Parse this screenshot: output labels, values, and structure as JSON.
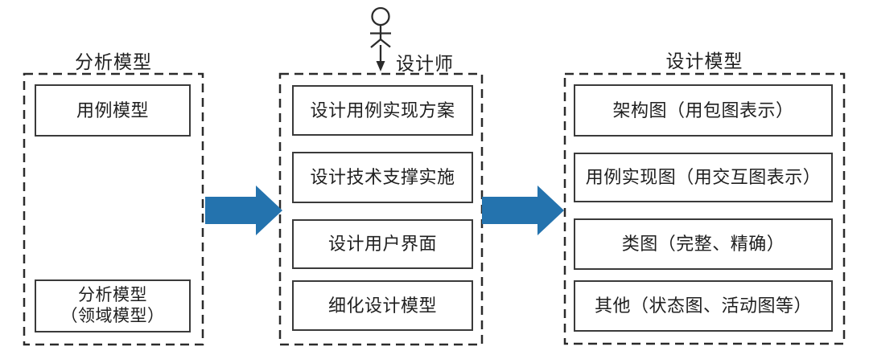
{
  "colors": {
    "arrow": "#2473AE",
    "line": "#2b2b2b",
    "box_border": "#3a3a3a",
    "text": "#1f1f1f",
    "background": "#ffffff"
  },
  "left_panel": {
    "title": "分析模型",
    "boxes": [
      {
        "label": "用例模型"
      },
      {
        "label": "分析模型",
        "sublabel": "（领域模型）"
      }
    ]
  },
  "middle_panel": {
    "actor_label": "设计师",
    "boxes": [
      {
        "label": "设计用例实现方案"
      },
      {
        "label": "设计技术支撑实施"
      },
      {
        "label": "设计用户界面"
      },
      {
        "label": "细化设计模型"
      }
    ]
  },
  "right_panel": {
    "title": "设计模型",
    "boxes": [
      {
        "label": "架构图（用包图表示）"
      },
      {
        "label": "用例实现图（用交互图表示）"
      },
      {
        "label": "类图（完整、精确）"
      },
      {
        "label": "其他（状态图、活动图等）"
      }
    ]
  }
}
